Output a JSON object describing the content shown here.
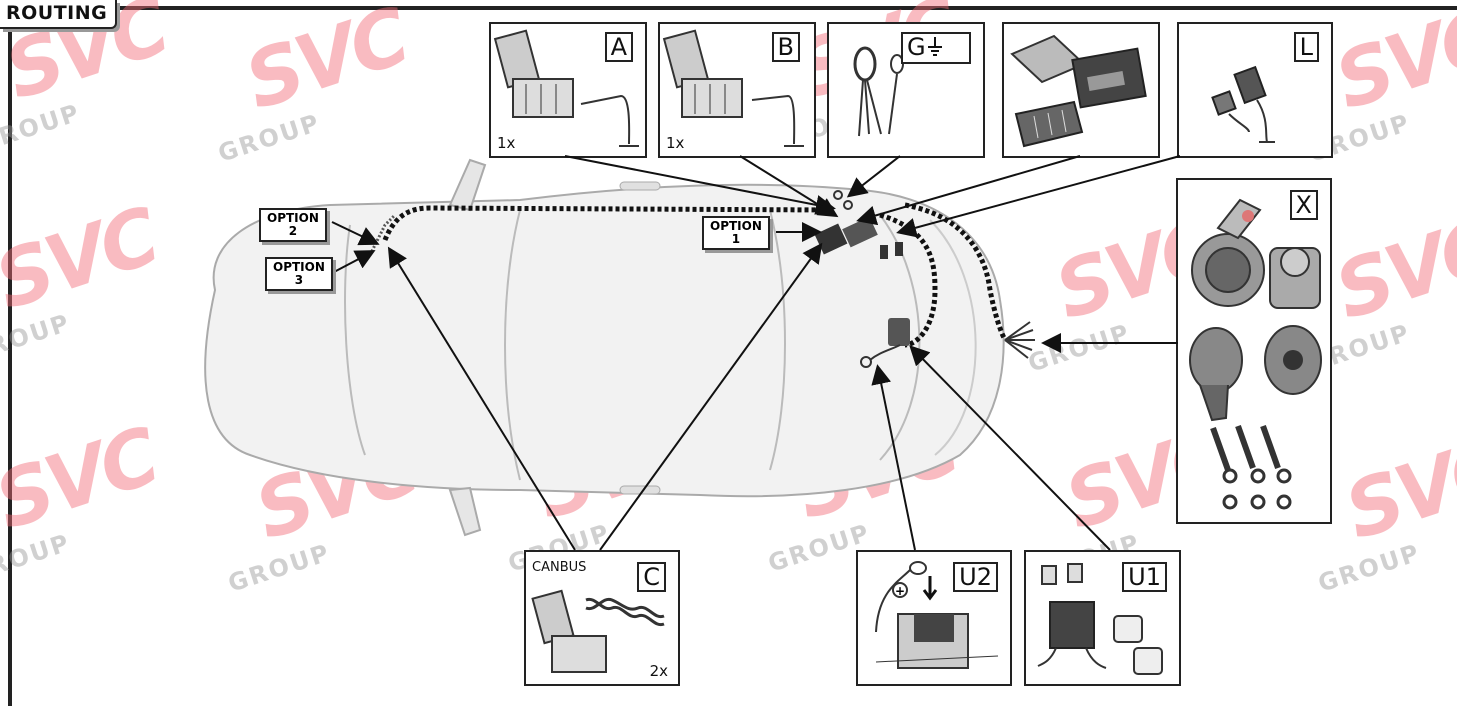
{
  "title": "ROUTING",
  "watermark": {
    "brand": "SVC",
    "sub": "GROUP"
  },
  "options": [
    {
      "id": "option-1",
      "line1": "OPTION",
      "line2": "1"
    },
    {
      "id": "option-2",
      "line1": "OPTION",
      "line2": "2"
    },
    {
      "id": "option-3",
      "line1": "OPTION",
      "line2": "3"
    }
  ],
  "boxes": {
    "A": {
      "label": "A",
      "qty": "1x"
    },
    "B": {
      "label": "B",
      "qty": "1x"
    },
    "G": {
      "label": "G"
    },
    "L": {
      "label": "L"
    },
    "X": {
      "label": "X"
    },
    "C": {
      "label": "C",
      "qty": "2x",
      "caption": "CANBUS"
    },
    "U2": {
      "label": "U2"
    },
    "U1": {
      "label": "U1"
    }
  },
  "colors": {
    "watermark": "#f26b78",
    "line": "#111111",
    "car_fill": "#f2f2f2",
    "car_stroke": "#aaaaaa"
  }
}
